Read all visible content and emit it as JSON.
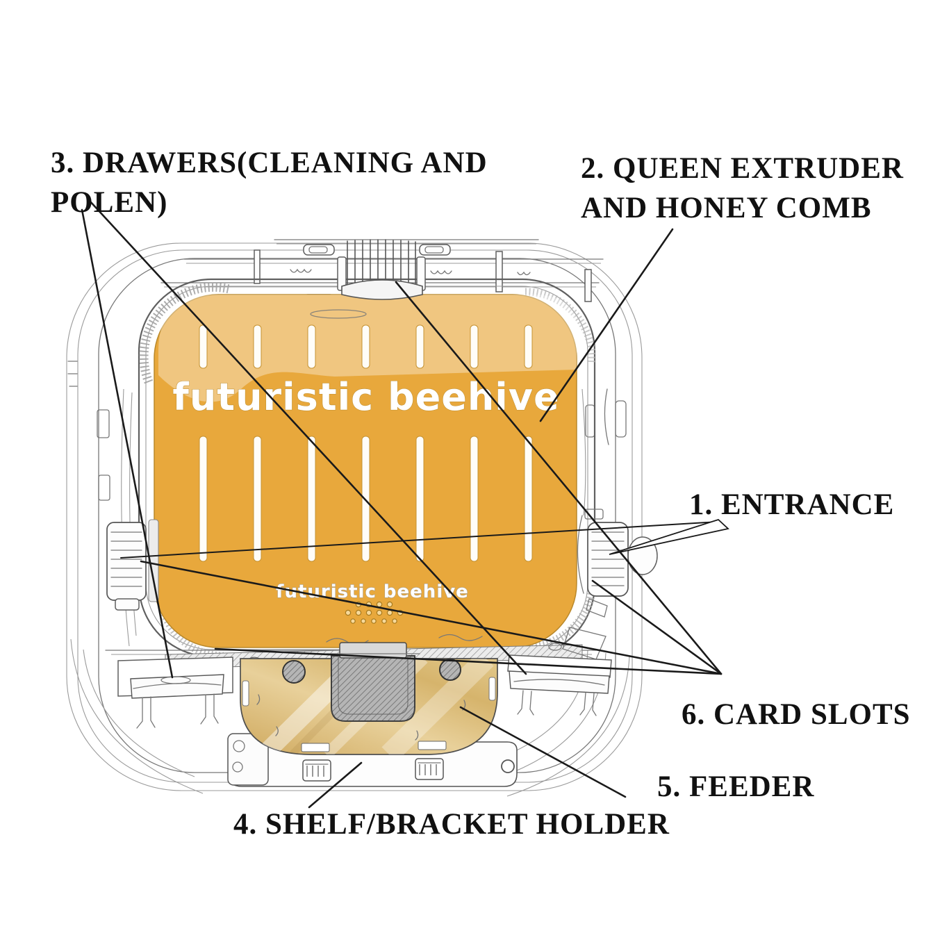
{
  "figure": {
    "type": "labeled product diagram",
    "subject": "futuristic beehive"
  },
  "panel": {
    "brand_large": "futuristic beehive",
    "brand_small": "futuristic beehive"
  },
  "labels": {
    "entrance": "1. ENTRANCE",
    "queen_extruder": "2. QUEEN EXTRUDER\nAND HONEY COMB",
    "drawers": "3. DRAWERS(CLEANING AND\nPOLEN)",
    "shelf_bracket": "4. SHELF/BRACKET HOLDER",
    "feeder": "5. FEEDER",
    "card_slots": "6. CARD SLOTS"
  },
  "colors": {
    "background": "#FFFFFF",
    "panel_orange": "#E8A83C",
    "panel_highlight": "#F4D08C",
    "feeder_gold": "#DCBA76",
    "sketch_line": "#777777",
    "leader_line": "#1A1A1A",
    "label_text": "#111111"
  }
}
